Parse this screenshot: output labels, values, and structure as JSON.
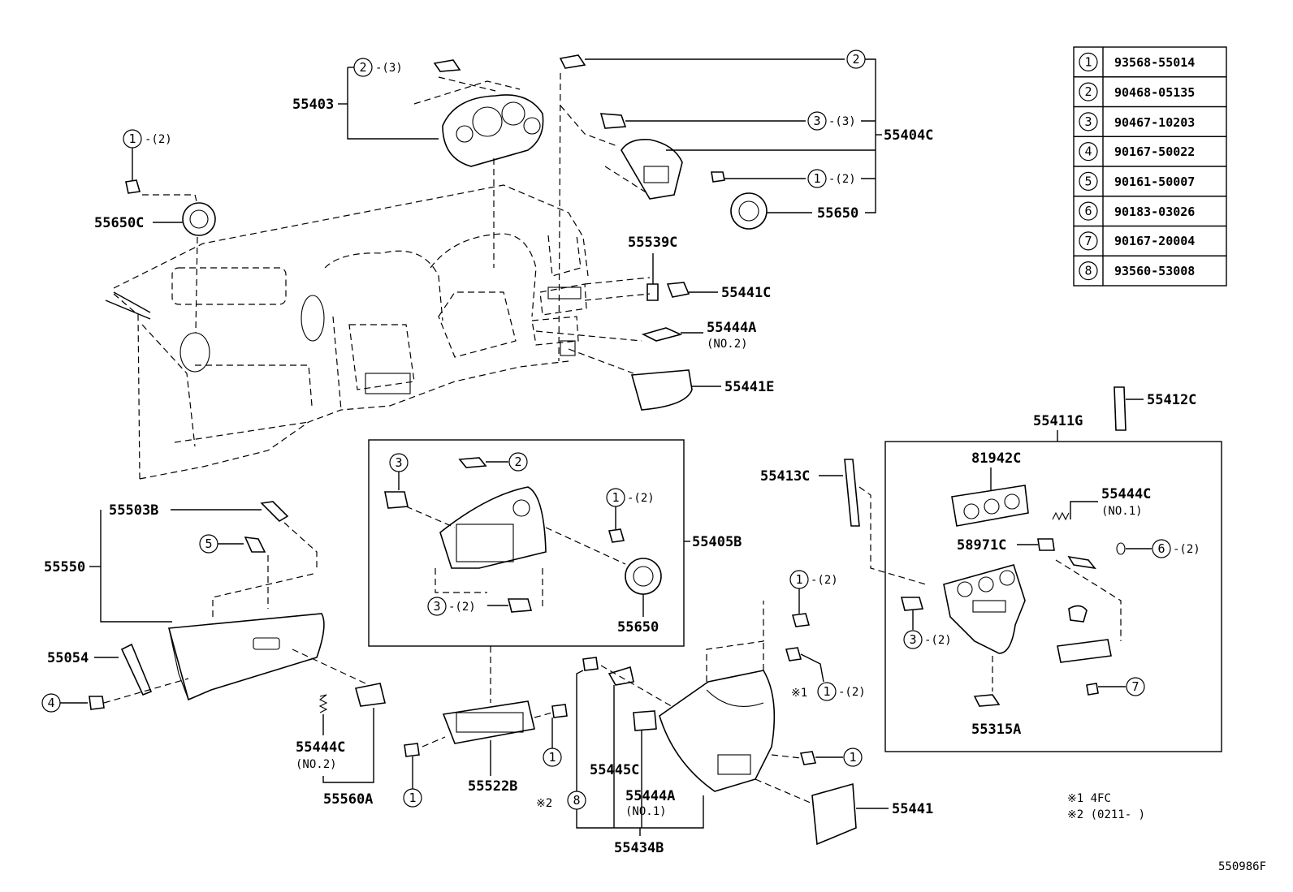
{
  "diagram_id": "550986F",
  "table": [
    {
      "num": "1",
      "part": "93568-55014"
    },
    {
      "num": "2",
      "part": "90468-05135"
    },
    {
      "num": "3",
      "part": "90467-10203"
    },
    {
      "num": "4",
      "part": "90167-50022"
    },
    {
      "num": "5",
      "part": "90161-50007"
    },
    {
      "num": "6",
      "part": "90183-03026"
    },
    {
      "num": "7",
      "part": "90167-20004"
    },
    {
      "num": "8",
      "part": "93560-53008"
    }
  ],
  "labels": {
    "p55403": "55403",
    "p55404C": "55404C",
    "p55650C": "55650C",
    "p55650_top": "55650",
    "p55539C": "55539C",
    "p55441C": "55441C",
    "p55444A_no2": "55444A",
    "no2_a": "(NO.2)",
    "p55441E": "55441E",
    "p55412C": "55412C",
    "p55411G": "55411G",
    "p55503B": "55503B",
    "p55550": "55550",
    "p55054": "55054",
    "p55444C_no2": "55444C",
    "no2_b": "(NO.2)",
    "p55560A": "55560A",
    "p55405B": "55405B",
    "p55650_mid": "55650",
    "p55522B": "55522B",
    "p55445C": "55445C",
    "p55444A_no1": "55444A",
    "no1_a": "(NO.1)",
    "p55434B": "55434B",
    "p55441": "55441",
    "p55413C": "55413C",
    "p81942C": "81942C",
    "p55444C_no1": "55444C",
    "no1_b": "(NO.1)",
    "p58971C": "58971C",
    "p55315A": "55315A",
    "note1": "※1 4FC",
    "note2": "※2 (0211-        )",
    "mark1": "※1",
    "mark2": "※2"
  },
  "callouts": {
    "c2_55403": "2",
    "q2_55403": "-(3)",
    "c2_topright": "2",
    "c3_55404": "3",
    "q3_55404": "-(3)",
    "c1_55404": "1",
    "q1_55404": "-(2)",
    "c1_55650C": "1",
    "q1_55650C": "-(2)",
    "c3_box": "3",
    "c2_box": "2",
    "c1_box": "1",
    "q1_box": "-(2)",
    "c3_box_low": "3",
    "q3_box_low": "-(2)",
    "c5": "5",
    "c4": "4",
    "c1_screw_a": "1",
    "c1_screw_b": "1",
    "c8": "8",
    "c1_console_top": "1",
    "q1_console_top": "-(2)",
    "c1_console_mid": "1",
    "q1_console_mid": "-(2)",
    "c1_console_low": "1",
    "c6": "6",
    "q6": "-(2)",
    "c3_right": "3",
    "q3_right": "-(2)",
    "c7": "7"
  }
}
